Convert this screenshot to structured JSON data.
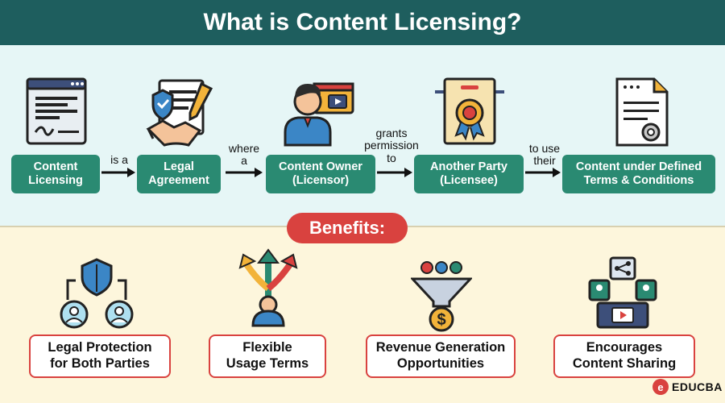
{
  "title": "What is Content Licensing?",
  "flow": {
    "steps": [
      {
        "label": "Content\nLicensing",
        "icon": "document-signature-icon"
      },
      {
        "label": "Legal\nAgreement",
        "icon": "handshake-contract-icon"
      },
      {
        "label": "Content Owner\n(Licensor)",
        "icon": "owner-person-icon"
      },
      {
        "label": "Another Party\n(Licensee)",
        "icon": "certificate-award-icon"
      },
      {
        "label": "Content under Defined\nTerms & Conditions",
        "icon": "document-seal-icon"
      }
    ],
    "connectors": [
      "is a",
      "where\na",
      "grants\npermission\nto",
      "to use\ntheir"
    ]
  },
  "benefits": {
    "heading": "Benefits:",
    "items": [
      {
        "label": "Legal Protection\nfor Both Parties",
        "icon": "shield-people-icon"
      },
      {
        "label": "Flexible\nUsage Terms",
        "icon": "direction-arrows-icon"
      },
      {
        "label": "Revenue Generation\nOpportunities",
        "icon": "funnel-dollar-icon"
      },
      {
        "label": "Encourages\nContent Sharing",
        "icon": "share-network-icon"
      }
    ]
  },
  "brand": {
    "mark": "e",
    "name": "EDUCBA"
  },
  "colors": {
    "header": "#1e5e5e",
    "step": "#2a8a72",
    "accent": "#d9423f",
    "flow_bg": "#e6f6f6",
    "benefit_bg": "#fdf6dc"
  }
}
